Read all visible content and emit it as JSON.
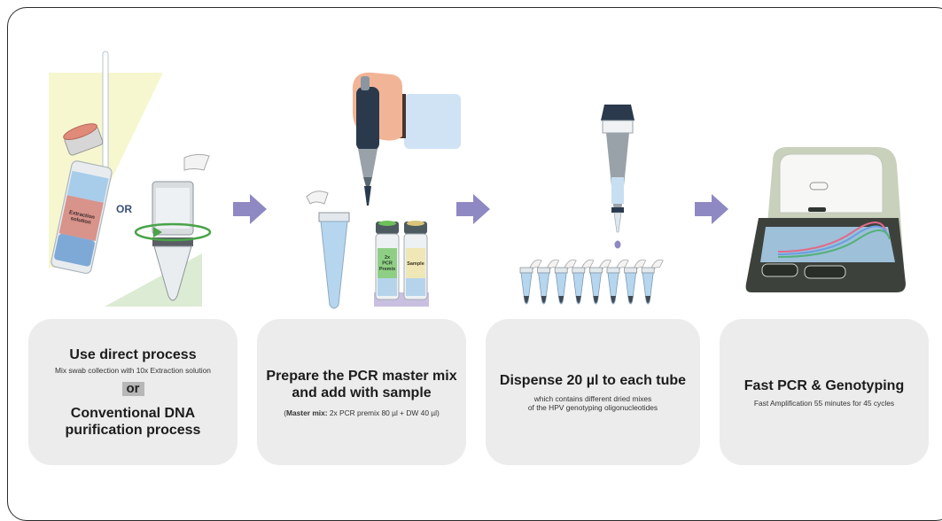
{
  "steps": [
    {
      "title": "Use direct process",
      "subtitle": "Mix swab collection with 10x Extraction solution",
      "or_badge": "or",
      "title2": "Conventional DNA\npurification process"
    },
    {
      "title": "Prepare the PCR master mix\nand add with sample",
      "note_bold": "Master mix:",
      "note_rest": " 2x PCR premix 80 µl + DW 40 µl"
    },
    {
      "title": "Dispense 20 µl to each tube",
      "subtitle": "which contains different dried mixes\nof the HPV genotyping oligonucleotides"
    },
    {
      "title": "Fast PCR & Genotyping",
      "subtitle": "Fast Amplification 55 minutes for 45 cycles"
    }
  ],
  "illustration": {
    "or_label": "OR",
    "extraction_tube_label": "Extraction\nsolution",
    "premix_tube_label": "2x\nPCR\nPremix",
    "sample_tube_label": "Sample",
    "arrow_color": "#8e89c3"
  }
}
